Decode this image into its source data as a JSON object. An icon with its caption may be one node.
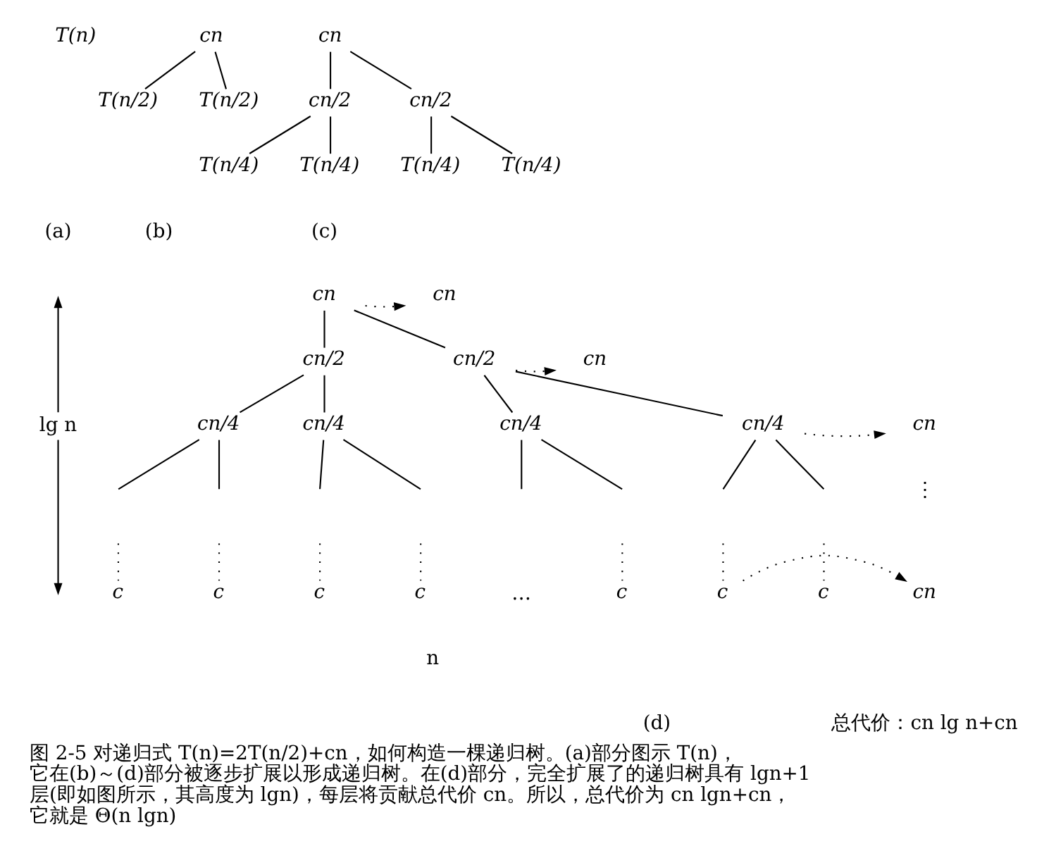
{
  "diagram": {
    "caption": "图 2-5 对递归式 T(n)=2T(n/2)+cn，如何构造一棵递归树。(a)部分图示 T(n)，它在(b)～(d)部分被逐步扩展以形成递归树。在(d)部分，完全扩展了的递归树具有 lgn+1 层(即如图所示，其高度为 lgn)，每层将贡献总代价 cn。所以，总代价为 cn lgn+cn，它就是 Θ(n lgn)",
    "nodes": [
      {
        "text": [
          "T(n)"
        ]
      },
      {
        "text": [
          "cn"
        ]
      },
      {
        "text": [
          "T(n/2)"
        ]
      },
      {
        "text": [
          "T(n/2)"
        ]
      },
      {
        "text": [
          "cn"
        ]
      },
      {
        "text": [
          "cn/2"
        ]
      },
      {
        "text": [
          "cn/2"
        ]
      },
      {
        "text": [
          "T(n/4)"
        ]
      },
      {
        "text": [
          "T(n/4)"
        ]
      },
      {
        "text": [
          "T(n/4)"
        ]
      },
      {
        "text": [
          "T(n/4)"
        ]
      },
      {
        "text": [
          "cn"
        ]
      },
      {
        "text": [
          "cn/2"
        ]
      },
      {
        "text": [
          "cn/2"
        ]
      },
      {
        "text": [
          "cn/4"
        ]
      },
      {
        "text": [
          "cn/4"
        ]
      },
      {
        "text": [
          "cn/4"
        ]
      },
      {
        "text": [
          "cn/4"
        ]
      },
      {
        "text": [
          "c"
        ]
      },
      {
        "text": [
          "c"
        ]
      },
      {
        "text": [
          "c"
        ]
      },
      {
        "text": [
          "c"
        ]
      },
      {
        "text": [
          "c"
        ]
      },
      {
        "text": [
          "c"
        ]
      },
      {
        "text": [
          "c"
        ]
      },
      {
        "text": [
          "cn"
        ]
      },
      {
        "text": [
          "cn"
        ]
      },
      {
        "text": [
          "cn"
        ]
      },
      {
        "text": [
          "cn"
        ]
      }
    ],
    "edges": [
      {
        "from": 1,
        "to": 2,
        "arrow": "none"
      },
      {
        "from": 1,
        "to": 3,
        "arrow": "none"
      },
      {
        "from": 4,
        "to": 5,
        "arrow": "none"
      },
      {
        "from": 4,
        "to": 6,
        "arrow": "none"
      },
      {
        "from": 5,
        "to": 7,
        "arrow": "none"
      },
      {
        "from": 5,
        "to": 8,
        "arrow": "none"
      },
      {
        "from": 6,
        "to": 9,
        "arrow": "none"
      },
      {
        "from": 6,
        "to": 10,
        "arrow": "none"
      },
      {
        "from": 11,
        "to": 12,
        "arrow": "none"
      },
      {
        "from": 11,
        "to": 13,
        "arrow": "none"
      },
      {
        "from": 12,
        "to": 14,
        "arrow": "none"
      },
      {
        "from": 12,
        "to": 15,
        "arrow": "none"
      },
      {
        "from": 13,
        "to": 16,
        "arrow": "none"
      },
      {
        "from": 13,
        "to": 17,
        "arrow": "none"
      },
      {
        "from": 14,
        "to": null,
        "arrow": "none"
      },
      {
        "from": 14,
        "to": null,
        "arrow": "none"
      },
      {
        "from": 15,
        "to": null,
        "arrow": "none"
      },
      {
        "from": 15,
        "to": null,
        "arrow": "none"
      },
      {
        "from": 16,
        "to": null,
        "arrow": "none"
      },
      {
        "from": 16,
        "to": null,
        "arrow": "none"
      },
      {
        "from": 17,
        "to": null,
        "arrow": "none"
      },
      {
        "from": 17,
        "to": null,
        "arrow": "none"
      },
      {
        "from": null,
        "to": 18,
        "arrow": "none",
        "style": "dashed"
      },
      {
        "from": null,
        "to": 19,
        "arrow": "none",
        "style": "dashed"
      },
      {
        "from": null,
        "to": 20,
        "arrow": "none",
        "style": "dashed"
      },
      {
        "from": null,
        "to": 21,
        "arrow": "none",
        "style": "dashed"
      },
      {
        "from": null,
        "to": 22,
        "arrow": "none",
        "style": "dashed"
      },
      {
        "from": null,
        "to": 23,
        "arrow": "none",
        "style": "dashed"
      },
      {
        "from": null,
        "to": 24,
        "arrow": "none",
        "style": "dashed"
      },
      {
        "from": 11,
        "to": 25,
        "arrow": "to",
        "style": "dashed"
      },
      {
        "from": 13,
        "to": 26,
        "arrow": "to",
        "style": "dashed"
      },
      {
        "from": 17,
        "to": 27,
        "arrow": "to",
        "style": "dashed"
      },
      {
        "from": 24,
        "to": 28,
        "arrow": "to",
        "style": "dashed"
      }
    ],
    "labels": [
      "(a)",
      "(b)",
      "(c)",
      "lg n",
      "…",
      "⋮",
      "n",
      "(d)",
      "总代价：cn lg n+cn"
    ]
  }
}
